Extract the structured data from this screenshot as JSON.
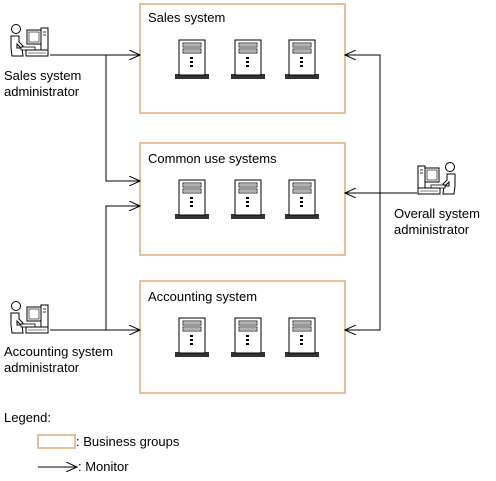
{
  "groups": {
    "sales": {
      "title": "Sales system"
    },
    "common": {
      "title": "Common use systems"
    },
    "accounting": {
      "title": "Accounting system"
    }
  },
  "admins": {
    "sales": {
      "line1": "Sales system",
      "line2": "administrator"
    },
    "accounting": {
      "line1": "Accounting system",
      "line2": "administrator"
    },
    "overall": {
      "line1": "Overall system",
      "line2": "administrator"
    }
  },
  "legend": {
    "title": "Legend:",
    "business_groups": ": Business groups",
    "monitor": ": Monitor"
  },
  "colors": {
    "group_border": "#e8bf9a",
    "line": "#000000",
    "server_body": "#ffffff",
    "server_base": "#333333"
  },
  "icons": {
    "server": "server-icon",
    "admin": "admin-workstation-icon"
  }
}
